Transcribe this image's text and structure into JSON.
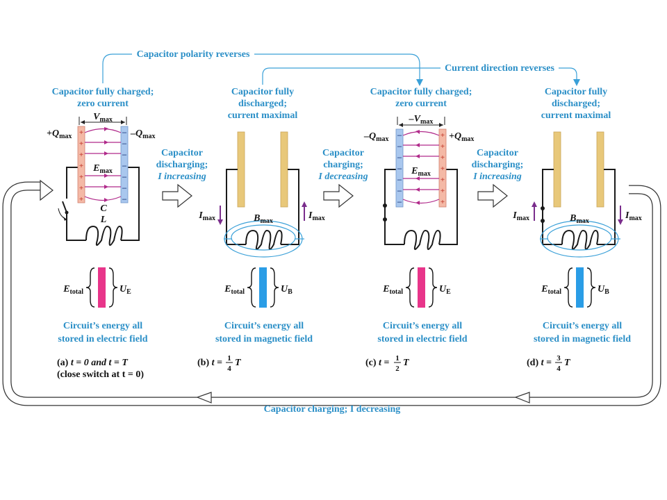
{
  "colors": {
    "label_blue": "#2b8fc7",
    "wire": "#1a1a1a",
    "plate_pos": "#f4b9a6",
    "plate_neg": "#a9c7ee",
    "plate_gold": "#e8c87a",
    "field_line": "#b0298a",
    "mag_line": "#3aa0d8",
    "energy_electric": "#e8358a",
    "energy_magnetic": "#2a9de6",
    "current_arrow": "#7a2d8c"
  },
  "top_annotations": {
    "polarity": "Capacitor polarity reverses",
    "current": "Current direction reverses"
  },
  "stages": [
    {
      "id": "a",
      "header": [
        "Capacitor fully charged;",
        "zero current"
      ],
      "voltage": "V",
      "voltage_sub": "max",
      "left_charge": "+Q",
      "left_charge_sub": "max",
      "right_charge": "–Q",
      "right_charge_sub": "max",
      "field_label": "E",
      "field_sub": "max",
      "cap_label": "C",
      "ind_label": "L",
      "energy_left": "E",
      "energy_left_sub": "total",
      "energy_right": "U",
      "energy_right_sub": "E",
      "caption": [
        "Circuit’s energy all",
        "stored in electric field"
      ],
      "time_prefix": "(a) ",
      "time_text": "t = 0 and t = T",
      "time_note": "(close switch at t = 0)"
    },
    {
      "id": "b",
      "header": [
        "Capacitor fully",
        "discharged;",
        "current maximal"
      ],
      "current_label": "I",
      "current_sub": "max",
      "b_label": "B",
      "b_sub": "max",
      "energy_left": "E",
      "energy_left_sub": "total",
      "energy_right": "U",
      "energy_right_sub": "B",
      "caption": [
        "Circuit’s energy all",
        "stored in magnetic field"
      ],
      "time_prefix": "(b) ",
      "time_var": "t = ",
      "frac_num": "1",
      "frac_den": "4",
      "time_T": "T"
    },
    {
      "id": "c",
      "header": [
        "Capacitor fully charged;",
        "zero current"
      ],
      "voltage": "–V",
      "voltage_sub": "max",
      "left_charge": "–Q",
      "left_charge_sub": "max",
      "right_charge": "+Q",
      "right_charge_sub": "max",
      "field_label": "E",
      "field_sub": "max",
      "energy_left": "E",
      "energy_left_sub": "total",
      "energy_right": "U",
      "energy_right_sub": "E",
      "caption": [
        "Circuit’s energy all",
        "stored in electric field"
      ],
      "time_prefix": "(c) ",
      "time_var": "t = ",
      "frac_num": "1",
      "frac_den": "2",
      "time_T": "T"
    },
    {
      "id": "d",
      "header": [
        "Capacitor fully",
        "discharged;",
        "current maximal"
      ],
      "current_label": "I",
      "current_sub": "max",
      "b_label": "B",
      "b_sub": "max",
      "energy_left": "E",
      "energy_left_sub": "total",
      "energy_right": "U",
      "energy_right_sub": "B",
      "caption": [
        "Circuit’s energy all",
        "stored in magnetic field"
      ],
      "time_prefix": "(d) ",
      "time_var": "t = ",
      "frac_num": "3",
      "frac_den": "4",
      "time_T": "T"
    }
  ],
  "transitions": [
    {
      "lines": [
        "Capacitor",
        "discharging;",
        "I increasing"
      ]
    },
    {
      "lines": [
        "Capacitor",
        "charging;",
        "I decreasing"
      ]
    },
    {
      "lines": [
        "Capacitor",
        "discharging;",
        "I increasing"
      ]
    }
  ],
  "bottom_label": "Capacitor charging; I decreasing"
}
